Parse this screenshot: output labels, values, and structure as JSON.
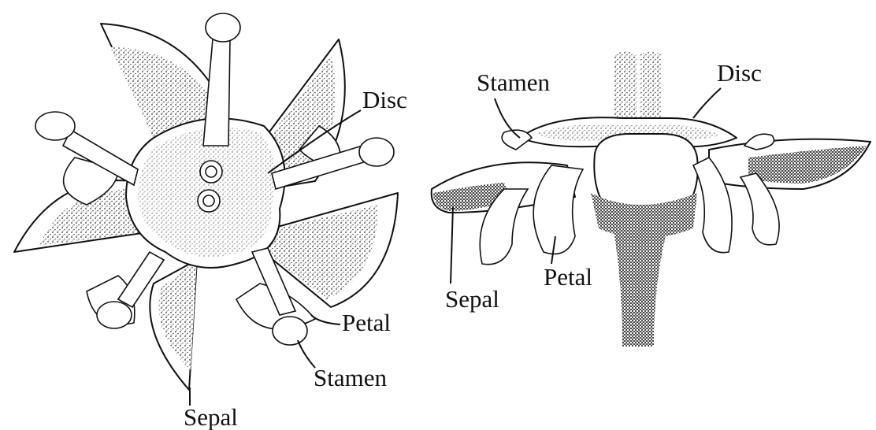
{
  "top_view": {
    "labels": {
      "disc": "Disc",
      "petal": "Petal",
      "stamen": "Stamen",
      "sepal": "Sepal"
    }
  },
  "side_view": {
    "labels": {
      "stamen": "Stamen",
      "disc": "Disc",
      "petal": "Petal",
      "sepal": "Sepal"
    }
  }
}
